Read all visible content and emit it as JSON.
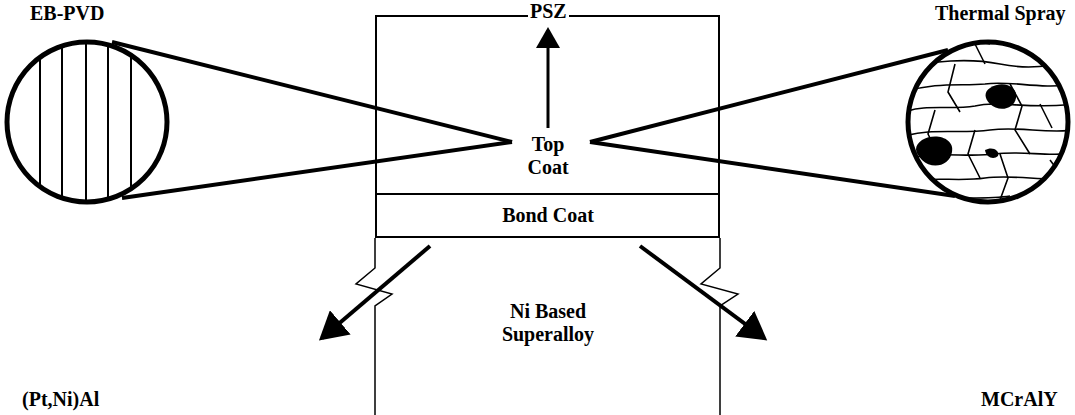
{
  "diagram": {
    "nodes": [
      {
        "text": [
          "Top Coat"
        ]
      },
      {
        "text": [
          "Bond Coat"
        ]
      },
      {
        "text": [
          "Ni Based Superalloy"
        ]
      }
    ],
    "labels": [
      "EB-PVD",
      "PSZ",
      "Thermal Spray",
      "(Pt,Ni)Al",
      "MCrAlY"
    ]
  }
}
